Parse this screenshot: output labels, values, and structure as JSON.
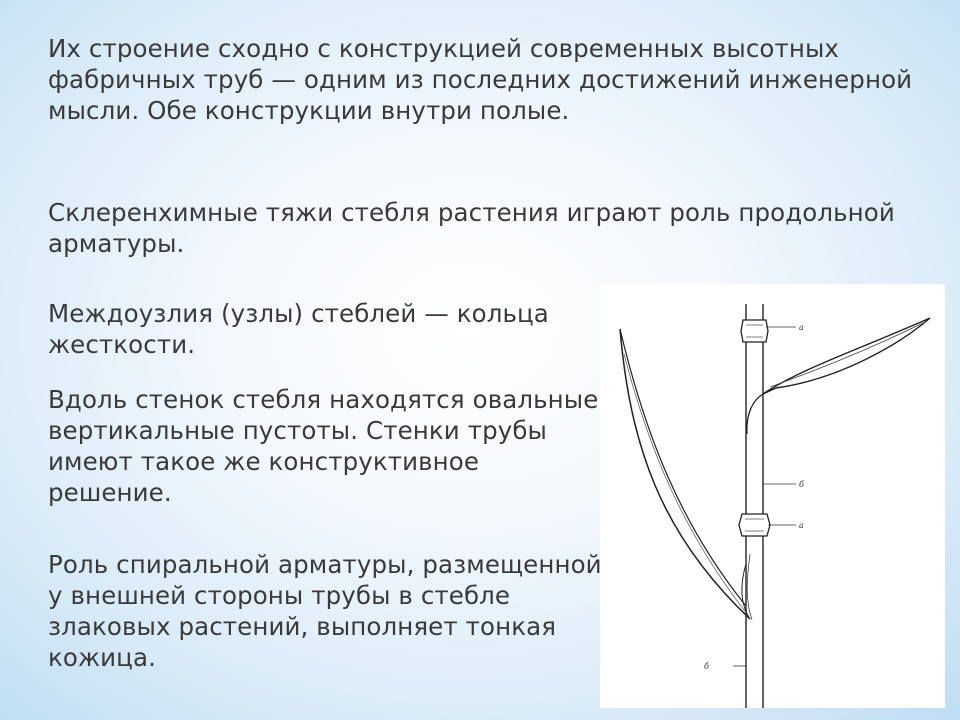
{
  "text": {
    "p1": "Их строение сходно с конструкцией современных высотных фабричных труб — одним из последних достижений инженерной мысли. Обе конструкции внутри полые.",
    "p2": "Склеренхимные тяжи стебля растения играют роль продольной арматуры.",
    "p3": "Междоузлия (узлы) стеблей — кольца жесткости.",
    "p4": "Вдоль стенок стебля находятся овальные вертикальные пустоты. Стенки трубы имеют такое же конструктивное решение.",
    "p5": "Роль спиральной арматуры, размещенной у внешней стороны трубы в стебле злаковых растений, выполняет тонкая кожица."
  },
  "figure": {
    "labels": {
      "node_top": "а",
      "internode": "б",
      "node_bottom": "а",
      "bottom": "б"
    }
  }
}
